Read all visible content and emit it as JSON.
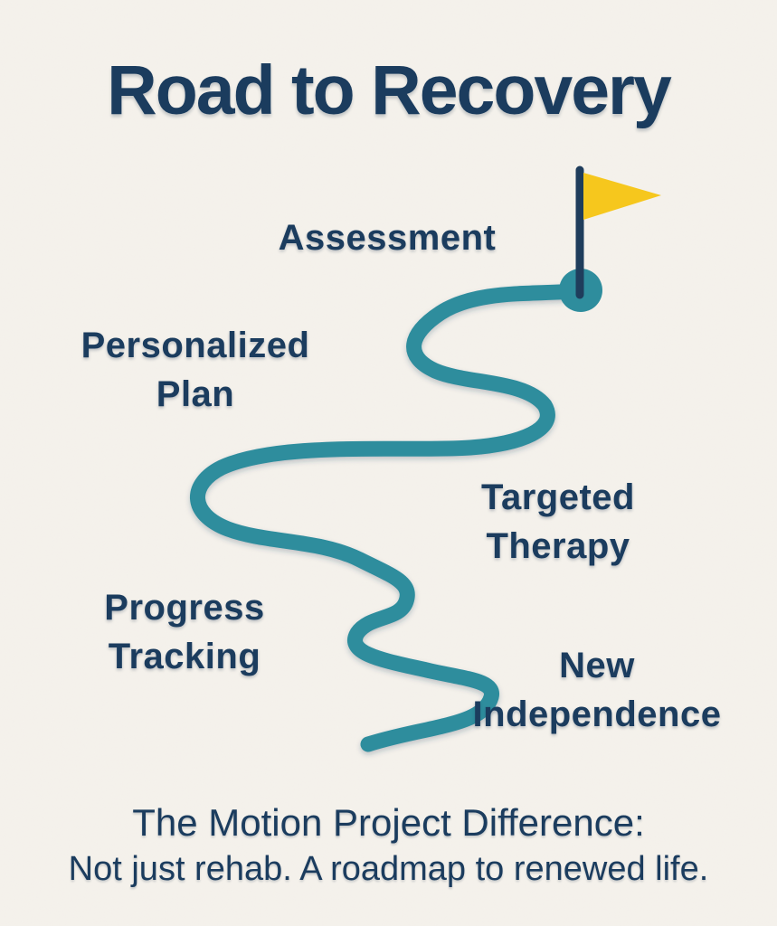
{
  "title": "Road to Recovery",
  "milestones": [
    {
      "id": "assessment",
      "lines": [
        "Assessment",
        ""
      ]
    },
    {
      "id": "personalized-plan",
      "lines": [
        "Personalized",
        "Plan"
      ]
    },
    {
      "id": "targeted-therapy",
      "lines": [
        "Targeted",
        "Therapy"
      ]
    },
    {
      "id": "progress-tracking",
      "lines": [
        "Progress",
        "Tracking"
      ]
    },
    {
      "id": "new-independence",
      "lines": [
        "New",
        "Independence"
      ]
    }
  ],
  "footer": {
    "line1": "The Motion Project Difference:",
    "line2": "Not just rehab. A roadmap to renewed life."
  },
  "icons": {
    "flag": "finish-flag"
  },
  "colors": {
    "background": "#f5f2ec",
    "navy_text": "#1b3c5e",
    "road_teal": "#2e8d9d",
    "flag_yellow": "#f6c71d",
    "flag_pole_navy": "#1f3d5c"
  }
}
